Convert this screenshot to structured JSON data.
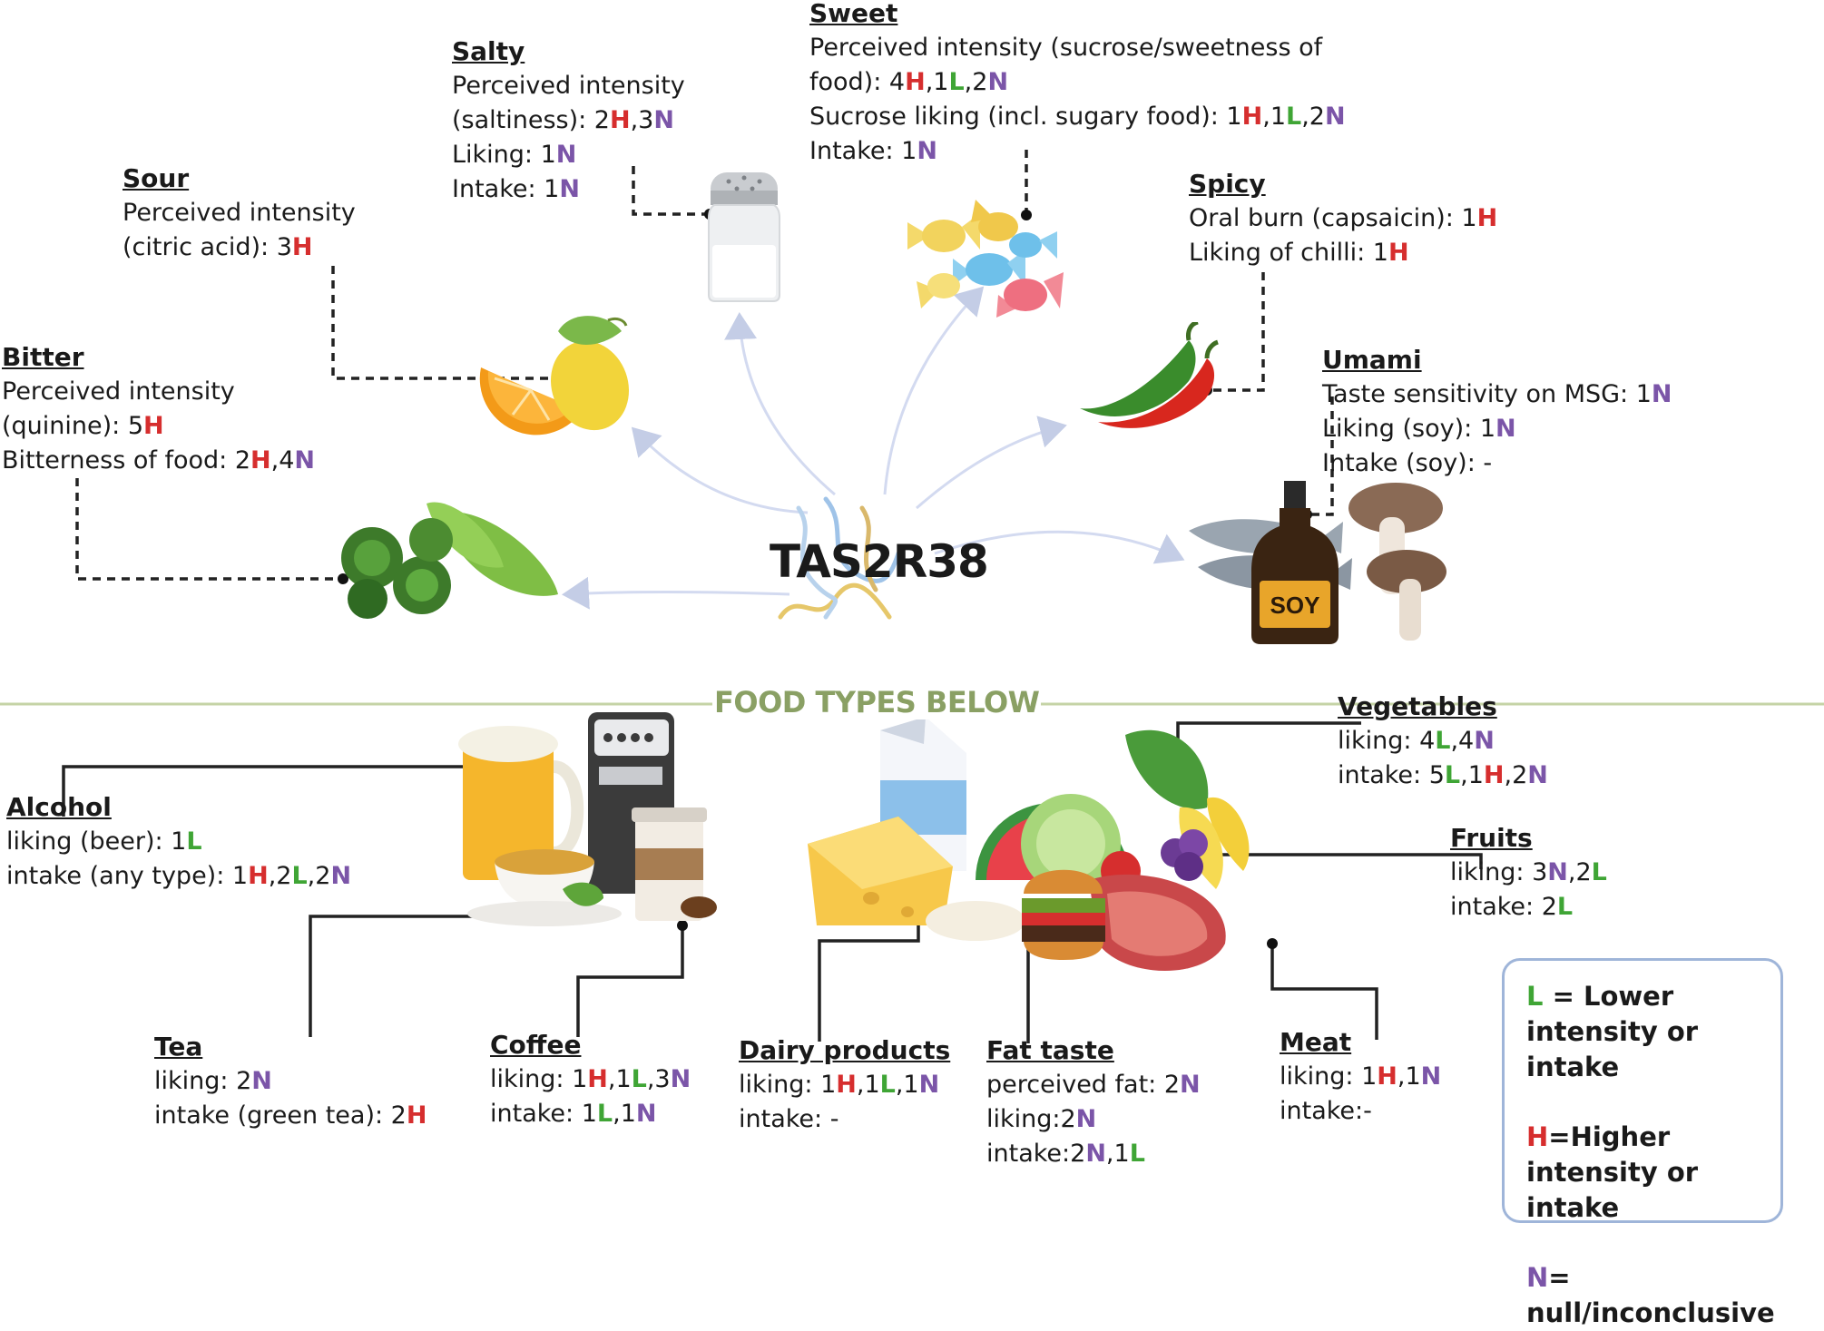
{
  "center": {
    "label": "TAS2R38"
  },
  "divider": {
    "label": "FOOD TYPES BELOW"
  },
  "tastes": {
    "salty": {
      "title": "Salty",
      "lines": [
        [
          "Perceived intensity"
        ],
        [
          "(saltiness): 2",
          "H",
          ",3",
          "N"
        ],
        [
          "Liking: 1",
          "N"
        ],
        [
          "Intake: 1",
          "N"
        ]
      ]
    },
    "sweet": {
      "title": "Sweet",
      "lines": [
        [
          "Perceived intensity (sucrose/sweetness of"
        ],
        [
          "food): 4",
          "H",
          ",1",
          "L",
          ",2",
          "N"
        ],
        [
          "Sucrose liking (incl. sugary food): 1",
          "H",
          ",1",
          "L",
          ",2",
          "N"
        ],
        [
          "Intake: 1",
          "N"
        ]
      ]
    },
    "sour": {
      "title": "Sour",
      "lines": [
        [
          "Perceived intensity"
        ],
        [
          "(citric acid): 3",
          "H"
        ]
      ]
    },
    "spicy": {
      "title": "Spicy",
      "lines": [
        [
          "Oral burn (capsaicin): 1",
          "H"
        ],
        [
          "Liking of chilli: 1",
          "H"
        ]
      ]
    },
    "bitter": {
      "title": "Bitter",
      "lines": [
        [
          "Perceived intensity"
        ],
        [
          "(quinine): 5",
          "H"
        ],
        [
          "Bitterness of food: 2",
          "H",
          ",4",
          "N"
        ]
      ]
    },
    "umami": {
      "title": "Umami",
      "lines": [
        [
          "Taste sensitivity on MSG: 1",
          "N"
        ],
        [
          "Liking (soy): 1",
          "N"
        ],
        [
          "Intake (soy): -"
        ]
      ]
    }
  },
  "foods": {
    "alcohol": {
      "title": "Alcohol",
      "lines": [
        [
          "liking (beer): 1",
          "L"
        ],
        [
          "intake (any type): 1",
          "H",
          ",2",
          "L",
          ",2",
          "N"
        ]
      ]
    },
    "tea": {
      "title": "Tea",
      "lines": [
        [
          "liking: 2",
          "N"
        ],
        [
          "intake (green tea): 2",
          "H"
        ]
      ]
    },
    "coffee": {
      "title": "Coffee",
      "lines": [
        [
          "liking: 1",
          "H",
          ",1",
          "L",
          ",3",
          "N"
        ],
        [
          "intake: 1",
          "L",
          ",1",
          "N"
        ]
      ]
    },
    "dairy": {
      "title": "Dairy products",
      "lines": [
        [
          "liking: 1",
          "H",
          ",1",
          "L",
          ",1",
          "N"
        ],
        [
          "intake: -"
        ]
      ]
    },
    "fat": {
      "title": "Fat taste",
      "lines": [
        [
          "perceived fat: 2",
          "N"
        ],
        [
          "liking:2",
          "N"
        ],
        [
          "intake:2",
          "N",
          ",1",
          "L"
        ]
      ]
    },
    "meat": {
      "title": "Meat",
      "lines": [
        [
          "liking: 1",
          "H",
          ",1",
          "N"
        ],
        [
          "intake:-"
        ]
      ]
    },
    "vegetables": {
      "title": "Vegetables",
      "lines": [
        [
          "liking: 4",
          "L",
          ",4",
          "N"
        ],
        [
          "intake: 5",
          "L",
          ",1",
          "H",
          ",2",
          "N"
        ]
      ]
    },
    "fruits": {
      "title": "Fruits",
      "lines": [
        [
          "liking: 3",
          "N",
          ",2",
          "L"
        ],
        [
          "intake: 2",
          "L"
        ]
      ]
    }
  },
  "legend": {
    "items": [
      [
        "L",
        " = Lower intensity or intake"
      ],
      [
        "H",
        "=Higher intensity or intake"
      ],
      [
        "N",
        "= null/inconclusive"
      ]
    ]
  },
  "illustrations": {
    "soy_label": "SOY"
  },
  "colors": {
    "H": "#d62e2e",
    "L": "#3fa535",
    "N": "#7b55a8",
    "divider": "#8aa064",
    "legend_border": "#9fb5d9"
  }
}
